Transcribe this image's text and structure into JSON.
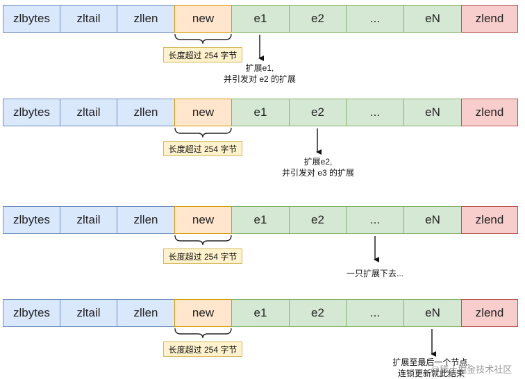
{
  "cells": [
    "zlbytes",
    "zltail",
    "zllen",
    "new",
    "e1",
    "e2",
    "...",
    "eN",
    "zlend"
  ],
  "size_label": "长度超过 254 字节",
  "stages": [
    {
      "note_line1": "扩展e1,",
      "note_line2": "并引发对 e2 的扩展"
    },
    {
      "note_line1": "扩展e2,",
      "note_line2": "并引发对 e3 的扩展"
    },
    {
      "note_line1": "一只扩展下去...",
      "note_line2": ""
    },
    {
      "note_line1": "扩展至最后一个节点,",
      "note_line2": "连锁更新就此结束"
    }
  ],
  "watermark": "@稀土掘金技术社区",
  "colors": {
    "header": "#dae8fc",
    "new": "#ffe6cc",
    "entry": "#d5e8d4",
    "end": "#f8cecc",
    "label": "#fff2cc"
  }
}
